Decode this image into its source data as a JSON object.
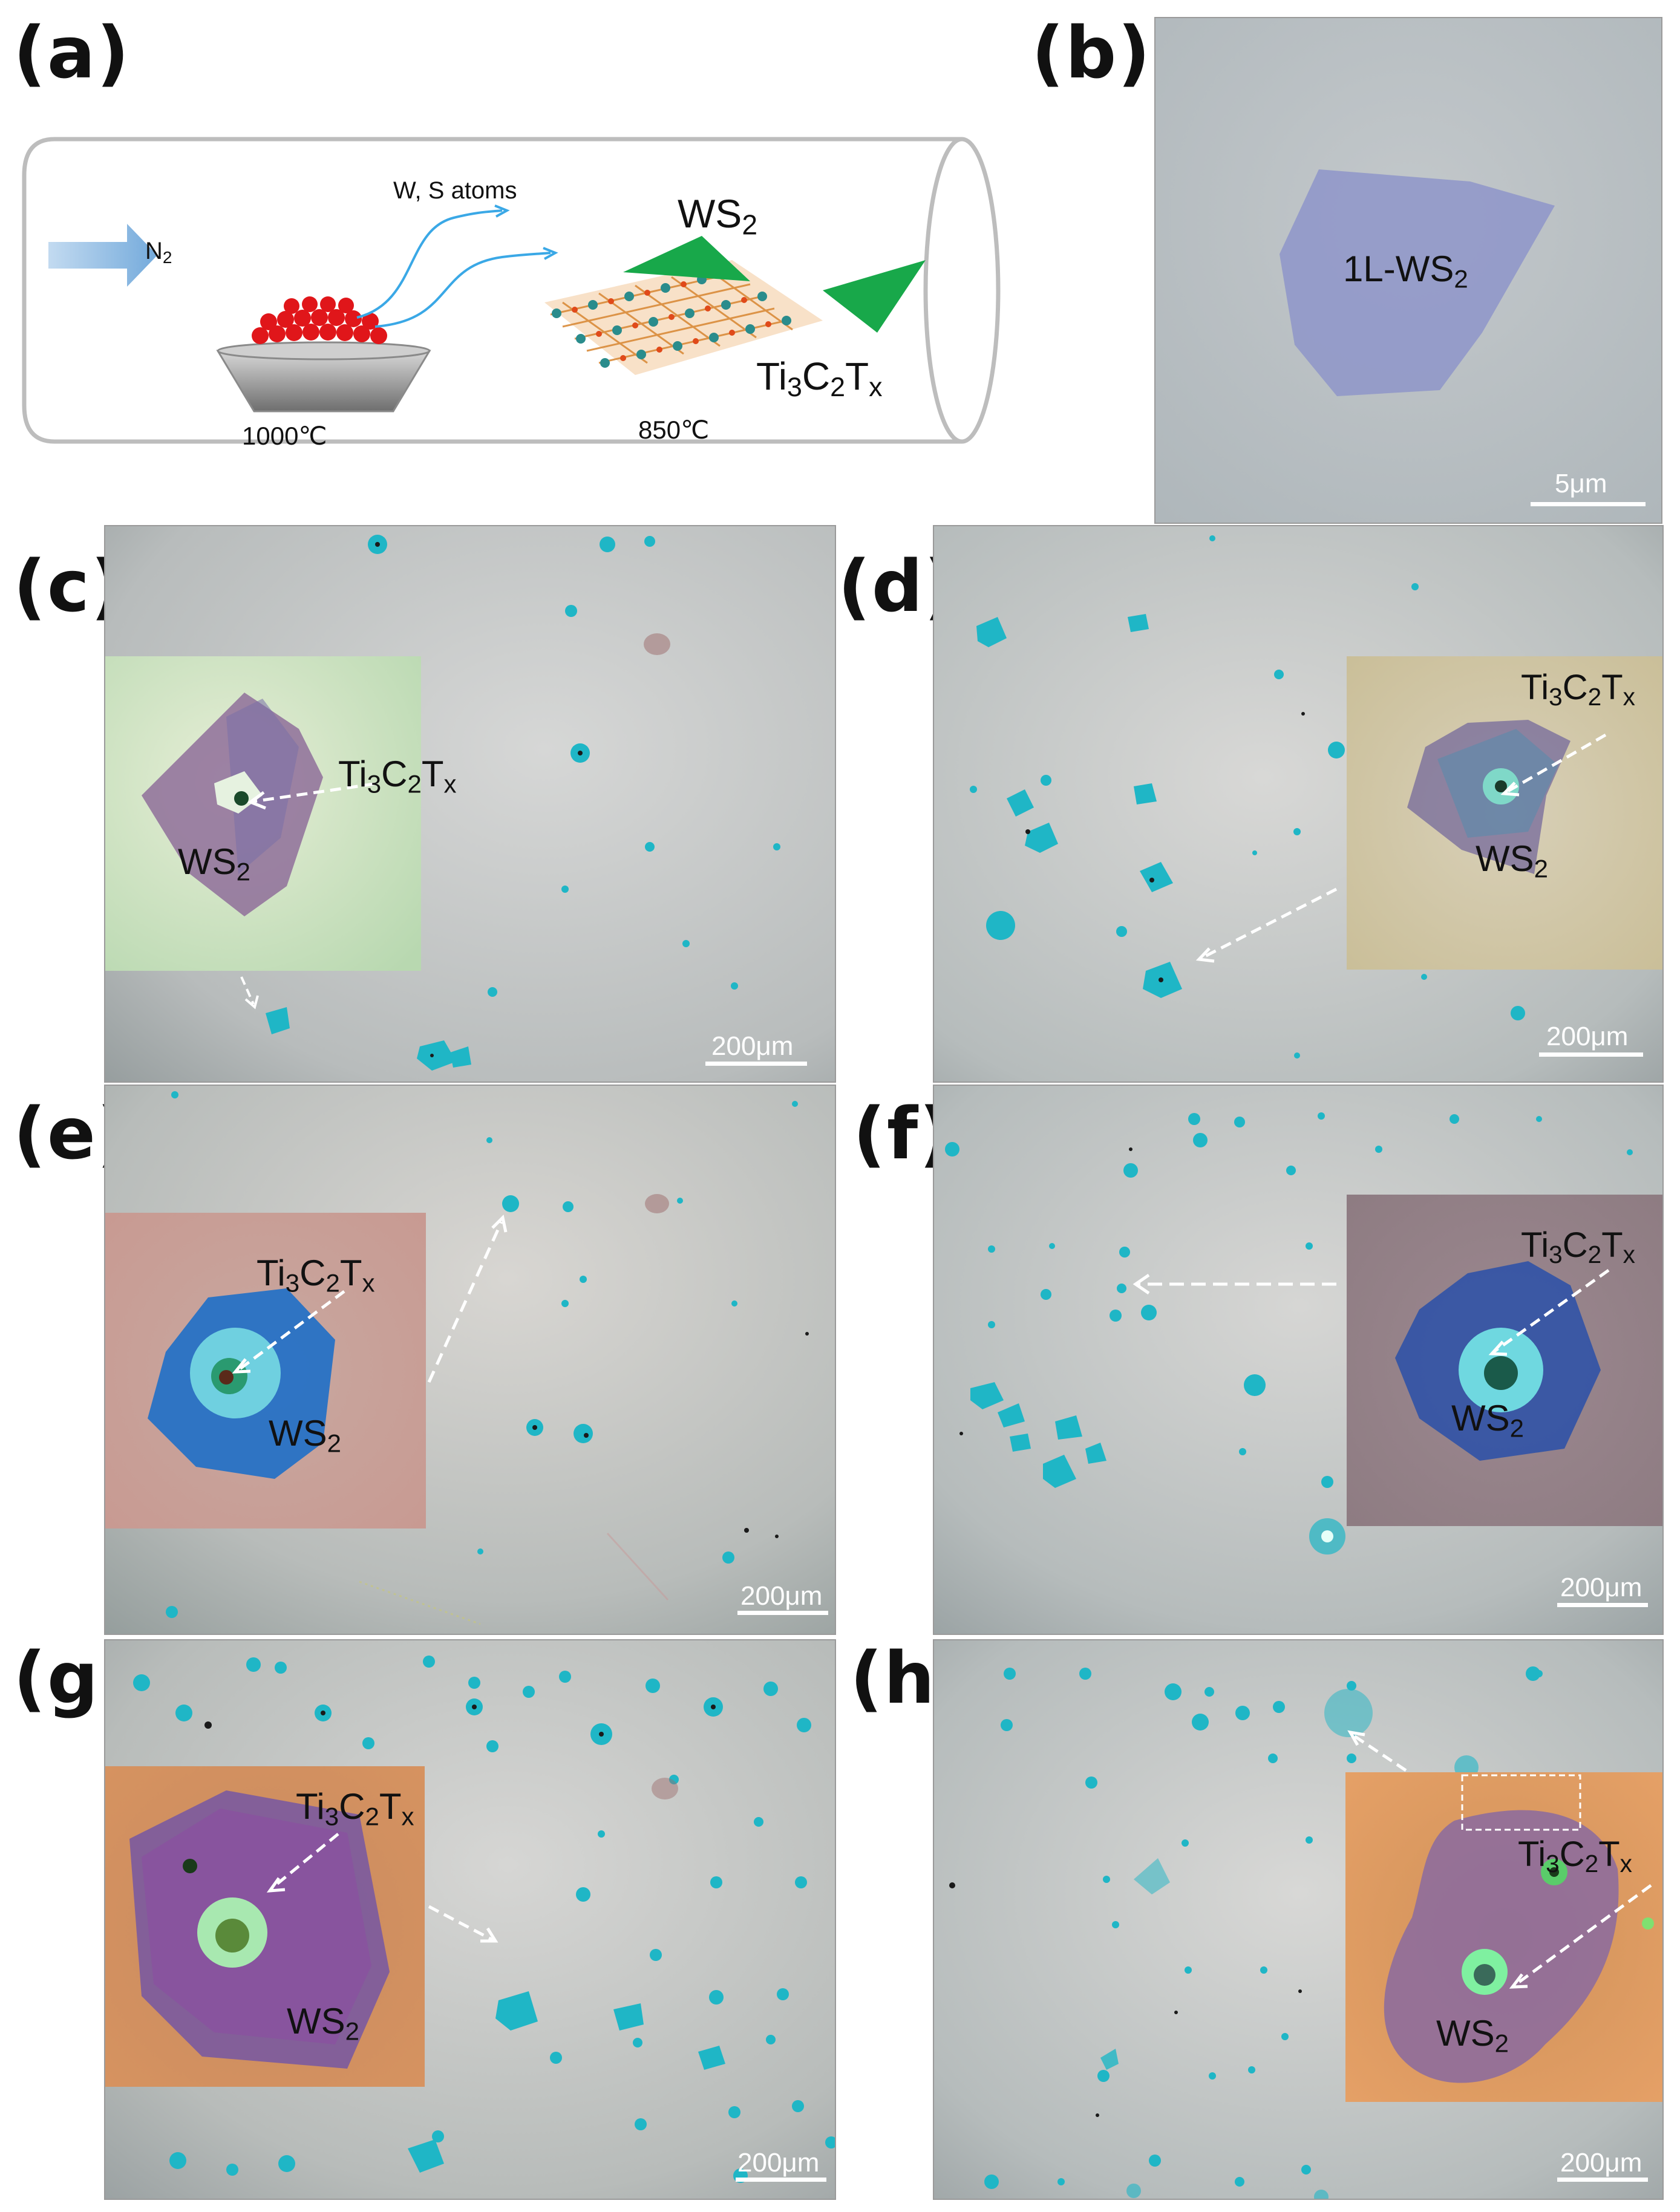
{
  "panels": {
    "a": {
      "label": "(a)",
      "carrier_gas": "N",
      "carrier_gas_sub": "2",
      "atoms_label": "W, S atoms",
      "product_main": "WS",
      "product_sub": "2",
      "substrate": {
        "p1": "Ti",
        "s1": "3",
        "p2": "C",
        "s2": "2",
        "p3": "T",
        "s3": "x"
      },
      "source_temp": "1000℃",
      "substrate_temp": "850℃"
    },
    "b": {
      "label": "(b)",
      "flake_main": "1L-WS",
      "flake_sub": "2",
      "scale": "5μm"
    },
    "c": {
      "label": "(c)",
      "scale": "200μm"
    },
    "d": {
      "label": "(d)",
      "scale": "200μm"
    },
    "e": {
      "label": "(e)",
      "scale": "200μm"
    },
    "f": {
      "label": "(f)",
      "scale": "200μm"
    },
    "g": {
      "label": "(g)",
      "scale": "200μm"
    },
    "h": {
      "label": "(h)",
      "scale": "200μm"
    }
  },
  "inset_labels": {
    "ti": {
      "p1": "Ti",
      "s1": "3",
      "p2": "C",
      "s2": "2",
      "p3": "T",
      "s3": "x"
    },
    "ws": {
      "main": "WS",
      "sub": "2"
    }
  },
  "colors": {
    "background_gray": "#cfd3cf",
    "flake_dark_cyan": "#1fb6c6",
    "ws2_monolayer": "#8e95c9",
    "ws2_purple": "#8f6f9a",
    "arrow_white": "#ffffff",
    "product_green": "#18a84a",
    "source_red": "#e0161a"
  }
}
